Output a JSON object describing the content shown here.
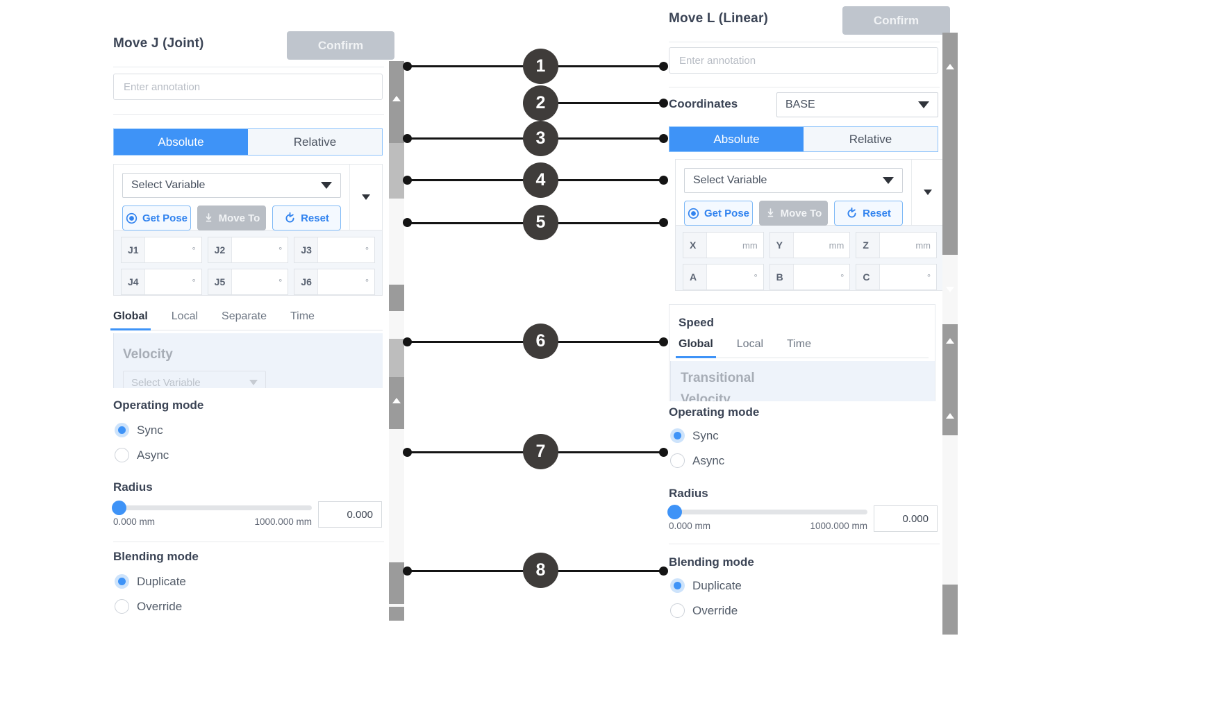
{
  "left_panel": {
    "title": "Move J (Joint)",
    "confirm_label": "Confirm",
    "annotation_placeholder": "Enter annotation",
    "mode_segments": [
      {
        "label": "Absolute",
        "selected": true
      },
      {
        "label": "Relative",
        "selected": false
      }
    ],
    "variable_select": "Select Variable",
    "actions": [
      {
        "label": "Get Pose",
        "icon": "target-icon",
        "state": "enabled"
      },
      {
        "label": "Move To",
        "icon": "download-icon",
        "state": "disabled"
      },
      {
        "label": "Reset",
        "icon": "refresh-icon",
        "state": "enabled"
      }
    ],
    "joint_fields": [
      {
        "key": "J1",
        "value": "",
        "unit": "°"
      },
      {
        "key": "J2",
        "value": "",
        "unit": "°"
      },
      {
        "key": "J3",
        "value": "",
        "unit": "°"
      },
      {
        "key": "J4",
        "value": "",
        "unit": "°"
      },
      {
        "key": "J5",
        "value": "",
        "unit": "°"
      },
      {
        "key": "J6",
        "value": "",
        "unit": "°"
      }
    ],
    "speed_tabs": [
      {
        "label": "Global",
        "active": true
      },
      {
        "label": "Local",
        "active": false
      },
      {
        "label": "Separate",
        "active": false
      },
      {
        "label": "Time",
        "active": false
      }
    ],
    "velocity_label": "Velocity",
    "velocity_select": "Select Variable",
    "operating_mode": {
      "heading": "Operating mode",
      "options": [
        {
          "label": "Sync",
          "selected": true
        },
        {
          "label": "Async",
          "selected": false
        }
      ]
    },
    "radius": {
      "heading": "Radius",
      "min_label": "0.000 mm",
      "max_label": "1000.000 mm",
      "value": "0.000"
    },
    "blending_mode": {
      "heading": "Blending mode",
      "options": [
        {
          "label": "Duplicate",
          "selected": true
        },
        {
          "label": "Override",
          "selected": false
        }
      ]
    }
  },
  "right_panel": {
    "title": "Move L (Linear)",
    "confirm_label": "Confirm",
    "annotation_placeholder": "Enter annotation",
    "coordinates_label": "Coordinates",
    "coordinates_value": "BASE",
    "mode_segments": [
      {
        "label": "Absolute",
        "selected": true
      },
      {
        "label": "Relative",
        "selected": false
      }
    ],
    "variable_select": "Select Variable",
    "actions": [
      {
        "label": "Get Pose",
        "icon": "target-icon",
        "state": "enabled"
      },
      {
        "label": "Move To",
        "icon": "download-icon",
        "state": "disabled"
      },
      {
        "label": "Reset",
        "icon": "refresh-icon",
        "state": "enabled"
      }
    ],
    "pose_fields": [
      {
        "key": "X",
        "value": "",
        "unit": "mm"
      },
      {
        "key": "Y",
        "value": "",
        "unit": "mm"
      },
      {
        "key": "Z",
        "value": "",
        "unit": "mm"
      },
      {
        "key": "A",
        "value": "",
        "unit": "°"
      },
      {
        "key": "B",
        "value": "",
        "unit": "°"
      },
      {
        "key": "C",
        "value": "",
        "unit": "°"
      }
    ],
    "speed_heading": "Speed",
    "speed_tabs": [
      {
        "label": "Global",
        "active": true
      },
      {
        "label": "Local",
        "active": false
      },
      {
        "label": "Time",
        "active": false
      }
    ],
    "transitional_label": "Transitional",
    "transitional_sub_label": "Velocity",
    "operating_mode": {
      "heading": "Operating mode",
      "options": [
        {
          "label": "Sync",
          "selected": true
        },
        {
          "label": "Async",
          "selected": false
        }
      ]
    },
    "radius": {
      "heading": "Radius",
      "min_label": "0.000 mm",
      "max_label": "1000.000 mm",
      "value": "0.000"
    },
    "blending_mode": {
      "heading": "Blending mode",
      "options": [
        {
          "label": "Duplicate",
          "selected": true
        },
        {
          "label": "Override",
          "selected": false
        }
      ]
    }
  },
  "callouts": [
    {
      "number": "1"
    },
    {
      "number": "2"
    },
    {
      "number": "3"
    },
    {
      "number": "4"
    },
    {
      "number": "5"
    },
    {
      "number": "6"
    },
    {
      "number": "7"
    },
    {
      "number": "8"
    }
  ],
  "colors": {
    "accent_blue": "#3e93f7",
    "segment_off": "#f3f7fb",
    "disabled_gray": "#b9bec5",
    "callout_dark": "#3f3c3a",
    "panel_bg": "#ffffff",
    "velocity_bg": "#eef3fa"
  }
}
